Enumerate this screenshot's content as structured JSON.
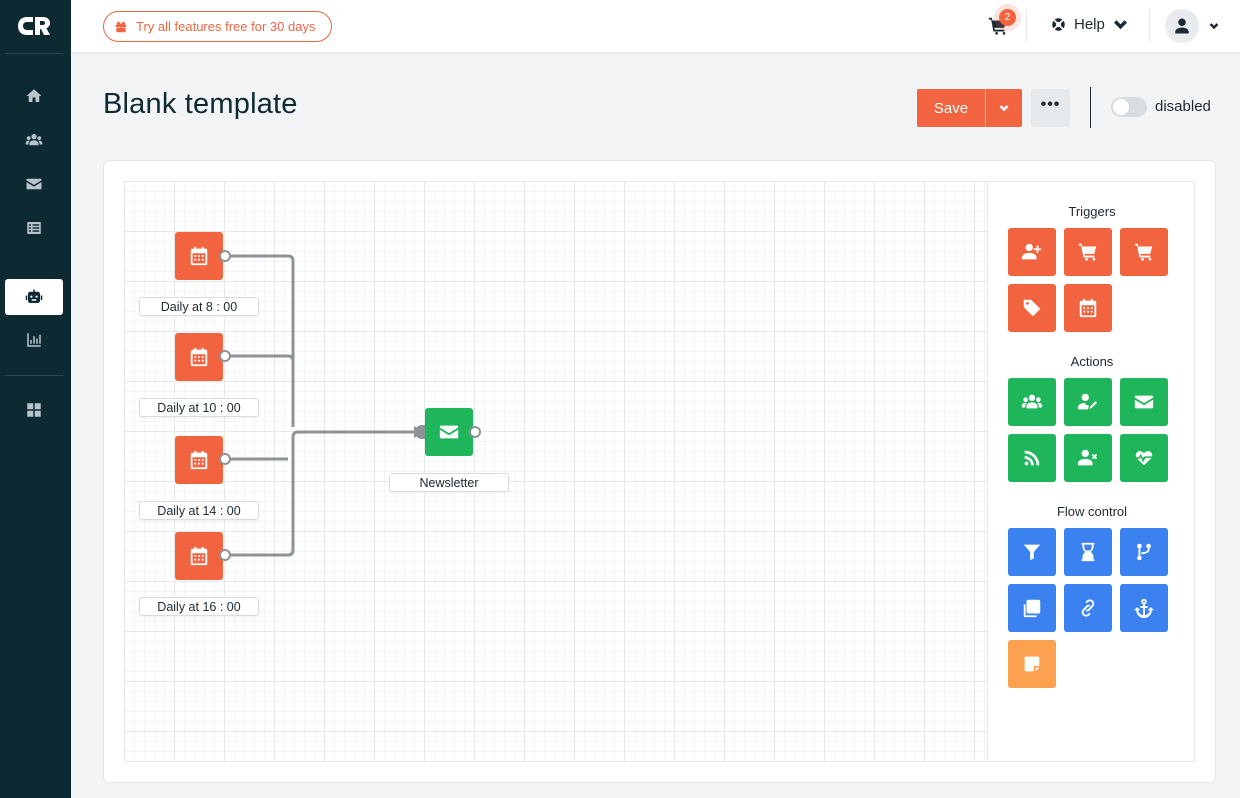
{
  "topbar": {
    "trial_label": "Try all features free for 30 days",
    "cart_count": "2",
    "help_label": "Help"
  },
  "sidebar": {
    "items": [
      {
        "name": "home",
        "icon": "home-icon"
      },
      {
        "name": "contacts",
        "icon": "users-icon"
      },
      {
        "name": "campaigns",
        "icon": "envelope-icon"
      },
      {
        "name": "lists",
        "icon": "list-icon"
      },
      {
        "name": "automation",
        "icon": "robot-icon",
        "active": true
      },
      {
        "name": "reports",
        "icon": "bar-chart-icon"
      },
      {
        "name": "apps",
        "icon": "grid-icon"
      }
    ]
  },
  "header": {
    "title": "Blank template",
    "save_label": "Save",
    "more_label": "•••",
    "status_label": "disabled"
  },
  "canvas": {
    "nodes": [
      {
        "type": "schedule-trigger",
        "label": "Daily at 8 : 00"
      },
      {
        "type": "schedule-trigger",
        "label": "Daily at 10 : 00"
      },
      {
        "type": "schedule-trigger",
        "label": "Daily at 14 : 00"
      },
      {
        "type": "schedule-trigger",
        "label": "Daily at 16 : 00"
      },
      {
        "type": "send-email-action",
        "label": "Newsletter"
      }
    ]
  },
  "palette": {
    "triggers_title": "Triggers",
    "actions_title": "Actions",
    "flow_title": "Flow control"
  },
  "colors": {
    "accent": "#f26440",
    "action_green": "#1fb55a",
    "flow_blue": "#3b82f0",
    "note_amber": "#fca14f",
    "sidebar_bg": "#0d2a33"
  }
}
